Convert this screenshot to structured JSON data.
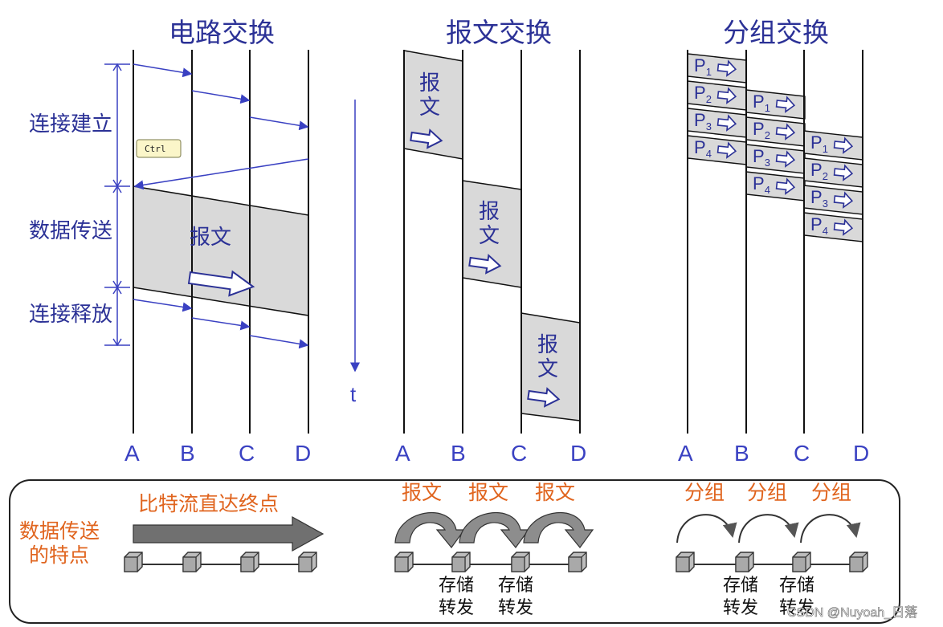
{
  "panels": {
    "circuit": {
      "title": "电路交换",
      "phases": [
        "连接建立",
        "数据传送",
        "连接释放"
      ],
      "message_label": "报文",
      "tooltip": "Ctrl",
      "time_label": "t",
      "nodes": [
        "A",
        "B",
        "C",
        "D"
      ]
    },
    "message": {
      "title": "报文交换",
      "message_label_1": "报",
      "message_label_2": "文",
      "nodes": [
        "A",
        "B",
        "C",
        "D"
      ]
    },
    "packet": {
      "title": "分组交换",
      "packet_letter": "P",
      "packet_subs": [
        "1",
        "2",
        "3",
        "4"
      ],
      "nodes": [
        "A",
        "B",
        "C",
        "D"
      ]
    }
  },
  "bottom": {
    "feature_label_1": "数据传送",
    "feature_label_2": "的特点",
    "circuit_caption": "比特流直达终点",
    "message_hop_label": "报文",
    "packet_hop_label": "分组",
    "store_1": "存储",
    "store_2": "转发"
  },
  "watermark": "CSDN @Nuyoah_日落",
  "colors": {
    "title": "#2b3196",
    "node_label": "#3a41c2",
    "orange_text": "#e0641e",
    "gray_fill": "#d9d9d9"
  }
}
